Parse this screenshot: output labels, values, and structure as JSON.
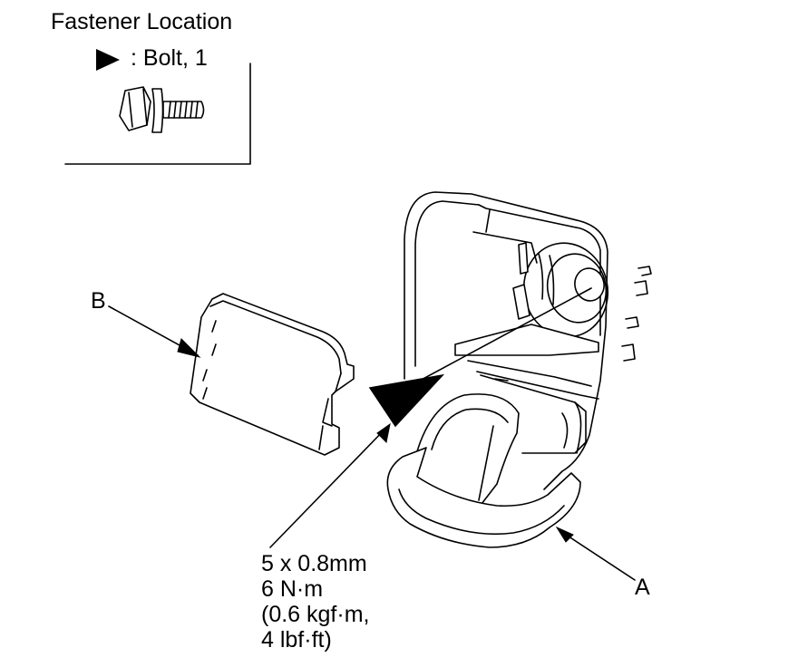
{
  "legend": {
    "title": "Fastener Location",
    "bolt_label": ": Bolt, 1"
  },
  "callouts": {
    "a": "A",
    "b": "B"
  },
  "spec": {
    "line1": "5 x 0.8mm",
    "line2": "6 N·m",
    "line3": "(0.6 kgf·m,",
    "line4": "4 lbf·ft)"
  },
  "icons": {
    "legend_marker": "solid-triangle-arrow-icon",
    "legend_bolt": "flange-bolt-icon",
    "install_marker": "solid-triangle-arrow-icon"
  },
  "colors": {
    "line": "#000000",
    "fill": "#ffffff",
    "marker": "#000000"
  }
}
